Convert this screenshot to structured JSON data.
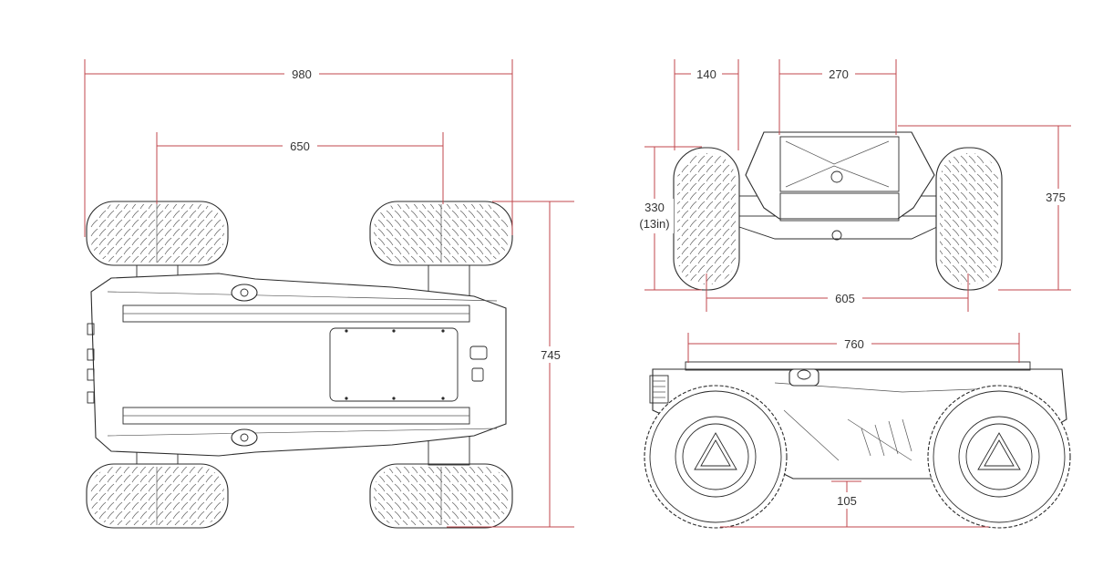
{
  "colors": {
    "dimension_line": "#c0474c",
    "drawing_line": "#2b2b2b",
    "label_text": "#333333",
    "background": "#ffffff"
  },
  "dimensions": {
    "top_view": {
      "overall_length": "980",
      "axle_track": "650",
      "overall_width": "745"
    },
    "front_view": {
      "wheel_width": "140",
      "top_plate_width": "270",
      "wheel_diameter": "330",
      "wheel_diameter_inch": "(13in)",
      "height": "375",
      "track_width": "605"
    },
    "side_view": {
      "wheelbase": "760",
      "ground_clearance": "105"
    }
  }
}
